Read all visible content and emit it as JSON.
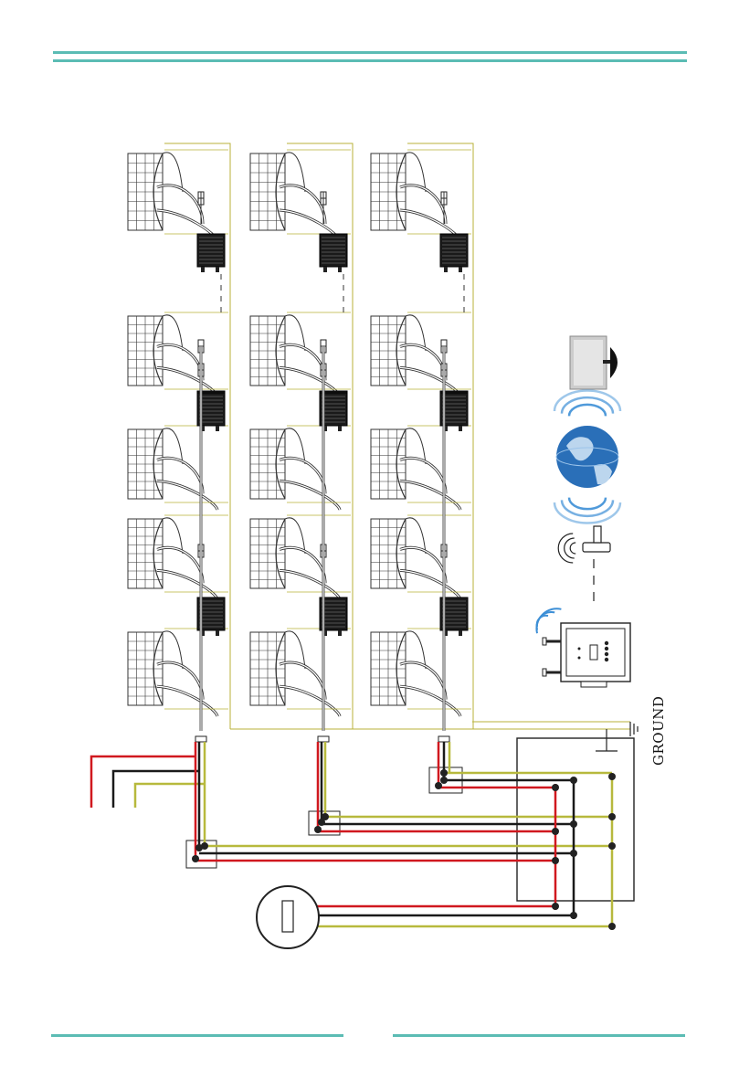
{
  "labels": {
    "ground": "GROUND"
  },
  "colors": {
    "header_rule": "#5bbcb4",
    "footer_rule": "#5bbcb4",
    "frame_wire": "#b8b23a",
    "live_wire": "#d0181f",
    "neutral_wire": "#1a1a1a",
    "earth_wire": "#b7b93d",
    "panel_outline": "#333333",
    "globe_blue": "#2a6fb8",
    "signal_blue": "#3d8fd6"
  },
  "icons": {
    "panel": "solar-panel-icon",
    "inverter": "micro-inverter-icon",
    "monitor": "display-monitor-icon",
    "internet": "globe-internet-icon",
    "router": "wifi-router-icon",
    "gateway": "monitoring-gateway-icon",
    "meter": "utility-meter-icon",
    "junction": "junction-box-icon",
    "distribution": "distribution-box-icon"
  },
  "layout": {
    "columns": 3,
    "panels_per_column": 5,
    "inverters_per_column": 4,
    "branches": 3
  }
}
